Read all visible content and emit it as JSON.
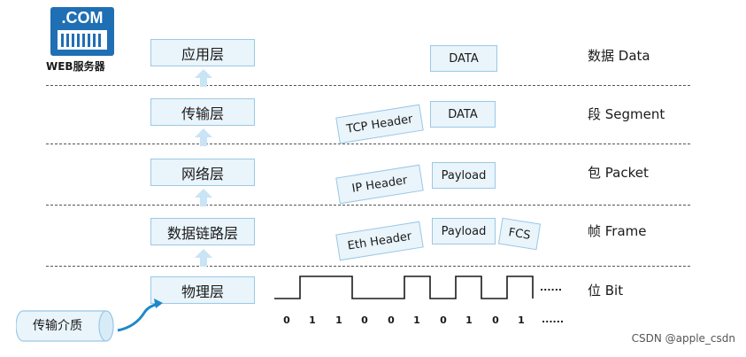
{
  "logo": {
    "text": ".COM",
    "caption": "WEB服务器"
  },
  "layers": [
    {
      "label": "应用层",
      "unit": "数据 Data"
    },
    {
      "label": "传输层",
      "unit": "段 Segment"
    },
    {
      "label": "网络层",
      "unit": "包 Packet"
    },
    {
      "label": "数据链路层",
      "unit": "帧 Frame"
    },
    {
      "label": "物理层",
      "unit": "位 Bit"
    }
  ],
  "headers": {
    "tcp": "TCP Header",
    "ip": "IP Header",
    "eth": "Eth Header",
    "fcs": "FCS"
  },
  "payloads": {
    "app": "DATA",
    "transport": "DATA",
    "network": "Payload",
    "datalink": "Payload"
  },
  "bits": [
    "0",
    "1",
    "1",
    "0",
    "0",
    "1",
    "0",
    "1",
    "0",
    "1"
  ],
  "signal_ellipsis": "......",
  "bits_ellipsis": "......",
  "medium": "传输介质",
  "watermark": "CSDN @apple_csdn",
  "colors": {
    "box_fill": "#e9f4fb",
    "box_border": "#9cc8e6",
    "arrow": "#c9e4f5",
    "logo": "#1f6fb4",
    "curve": "#1e88c8"
  }
}
